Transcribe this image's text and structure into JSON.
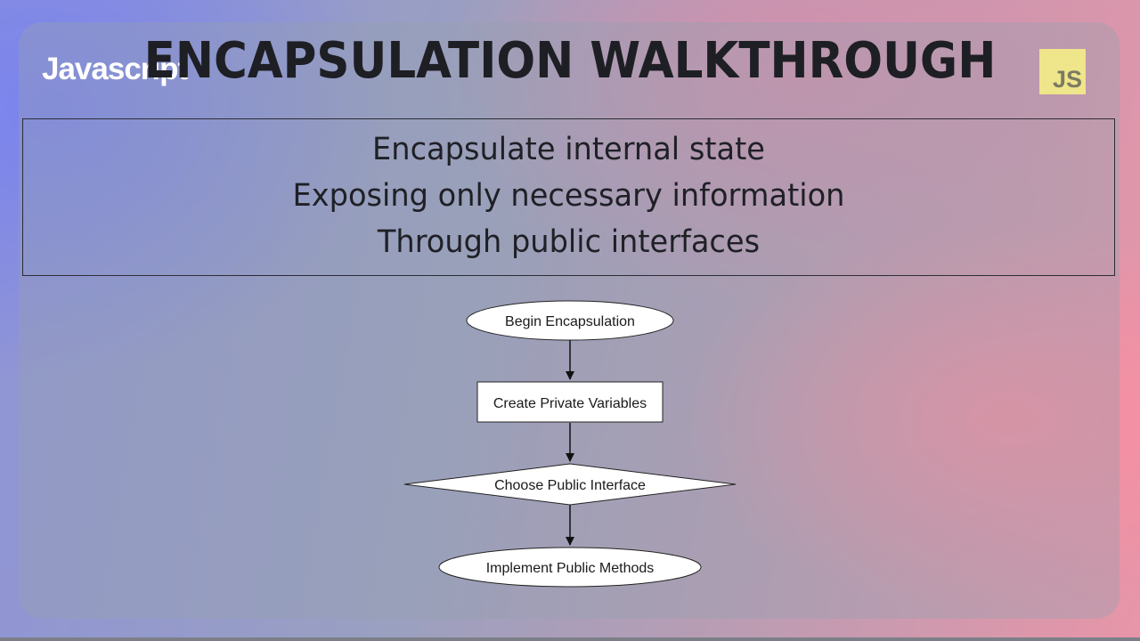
{
  "header": {
    "brand": "Javascript",
    "title": "ENCAPSULATION WALKTHROUGH",
    "logo_text": "JS"
  },
  "summary": {
    "lines": [
      "Encapsulate internal state",
      "Exposing only necessary information",
      "Through public interfaces"
    ]
  },
  "flowchart": {
    "nodes": [
      {
        "label": "Begin Encapsulation",
        "shape": "ellipse"
      },
      {
        "label": "Create Private Variables",
        "shape": "rectangle"
      },
      {
        "label": "Choose Public Interface",
        "shape": "diamond"
      },
      {
        "label": "Implement Public Methods",
        "shape": "ellipse"
      }
    ],
    "edges": [
      {
        "from": 0,
        "to": 1
      },
      {
        "from": 1,
        "to": 2
      },
      {
        "from": 2,
        "to": 3
      }
    ]
  },
  "colors": {
    "logo_background": "#efe58b",
    "node_fill": "#ffffff",
    "node_stroke": "#222222"
  }
}
